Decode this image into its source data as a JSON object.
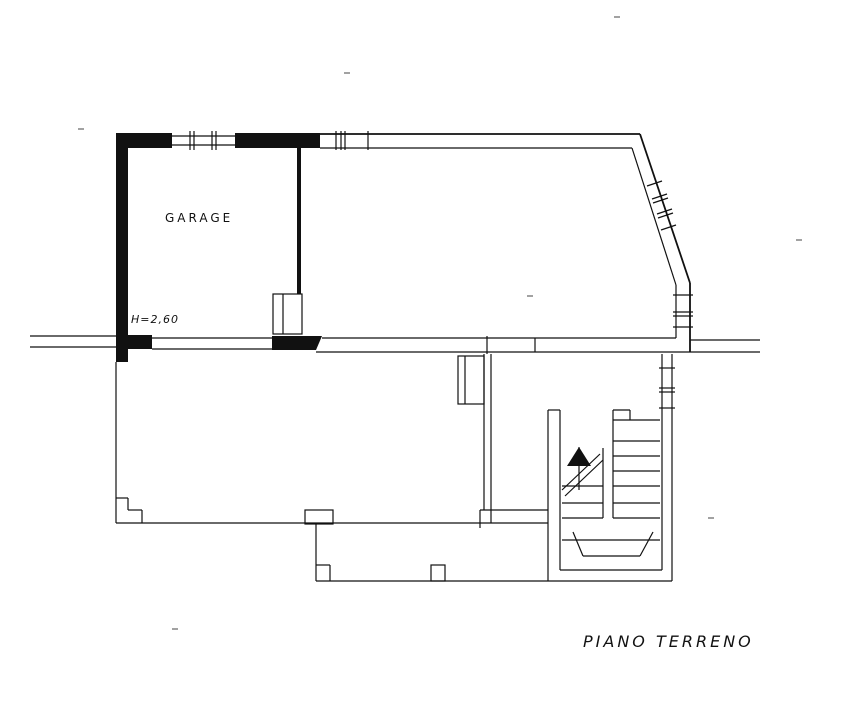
{
  "plan": {
    "title": "PIANO TERRENO",
    "rooms": [
      {
        "label": "GARAGE",
        "height": "H=2,60"
      }
    ]
  },
  "colors": {
    "ink": "#111111",
    "paper": "#ffffff"
  },
  "icons": [
    "stair-direction-arrow-icon",
    "window-symbol-icon"
  ]
}
